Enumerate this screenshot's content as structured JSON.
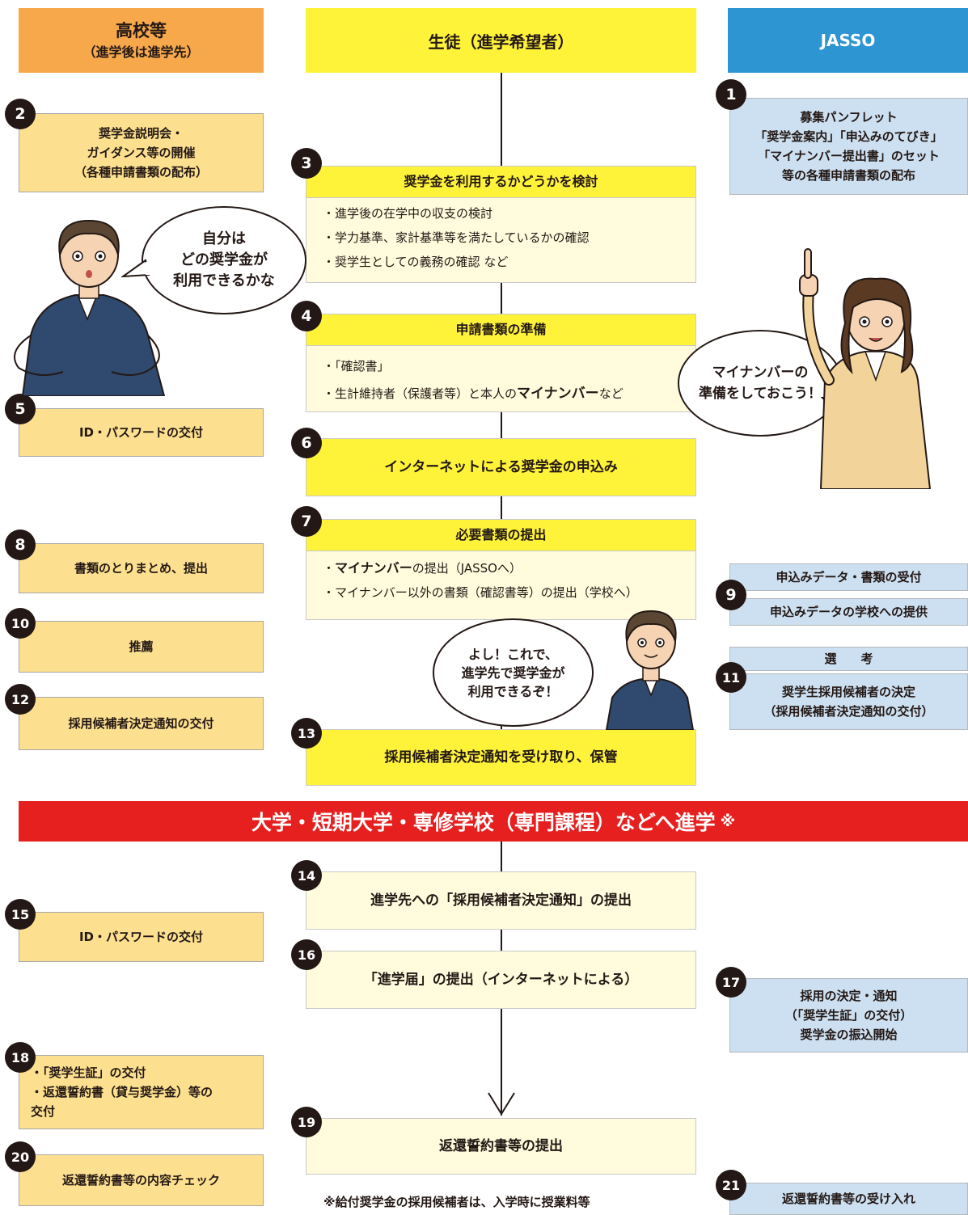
{
  "columns": {
    "school": {
      "title": "高校等",
      "subtitle": "（進学後は進学先）"
    },
    "student": {
      "title": "生徒（進学希望者）"
    },
    "jasso": {
      "title": "JASSO"
    }
  },
  "steps": {
    "s1": {
      "num": "1",
      "lines": [
        "募集パンフレット",
        "「奨学金案内」「申込みのてびき」",
        "「マイナンバー提出書」のセット",
        "等の各種申請書類の配布"
      ]
    },
    "s2": {
      "num": "2",
      "lines": [
        "奨学金説明会・",
        "ガイダンス等の開催",
        "（各種申請書類の配布）"
      ]
    },
    "s3": {
      "num": "3",
      "title": "奨学金を利用するかどうかを検討",
      "items": [
        "・進学後の在学中の収支の検討",
        "・学力基準、家計基準等を満たしているかの確認",
        "・奨学生としての義務の確認 など"
      ]
    },
    "s4": {
      "num": "4",
      "title": "申請書類の準備",
      "item1": "・「確認書」",
      "item2_pre": "・生計維持者（保護者等）と本人の",
      "item2_bold": "マイナンバー",
      "item2_post": "など"
    },
    "s5": {
      "num": "5",
      "label": "ID・パスワードの交付"
    },
    "s6": {
      "num": "6",
      "label": "インターネットによる奨学金の申込み"
    },
    "s7": {
      "num": "7",
      "title": "必要書類の提出",
      "item1_pre": "・",
      "item1_bold": "マイナンバー",
      "item1_post": "の提出（JASSOへ）",
      "item2": "・マイナンバー以外の書類（確認書等）の提出（学校へ）"
    },
    "s8": {
      "num": "8",
      "label": "書類のとりまとめ、提出"
    },
    "s9": {
      "num": "9",
      "top": "申込みデータ・書類の受付",
      "bottom": "申込みデータの学校への提供"
    },
    "s10": {
      "num": "10",
      "label": "推薦"
    },
    "s11": {
      "num": "11",
      "top": "選　　考",
      "lines": [
        "奨学生採用候補者の決定",
        "（採用候補者決定通知の交付）"
      ]
    },
    "s12": {
      "num": "12",
      "label": "採用候補者決定通知の交付"
    },
    "s13": {
      "num": "13",
      "label": "採用候補者決定通知を受け取り、保管"
    },
    "s14": {
      "num": "14",
      "label": "進学先への「採用候補者決定通知」の提出"
    },
    "s15": {
      "num": "15",
      "label": "ID・パスワードの交付"
    },
    "s16": {
      "num": "16",
      "label": "「進学届」の提出（インターネットによる）"
    },
    "s17": {
      "num": "17",
      "lines": [
        "採用の決定・通知",
        "（「奨学生証」の交付）",
        "奨学金の振込開始"
      ]
    },
    "s18": {
      "num": "18",
      "lines": [
        "・「奨学生証」の交付",
        "・返還誓約書（貸与奨学金）等の",
        "交付"
      ]
    },
    "s19": {
      "num": "19",
      "label": "返還誓約書等の提出"
    },
    "s20": {
      "num": "20",
      "label": "返還誓約書等の内容チェック"
    },
    "s21": {
      "num": "21",
      "label": "返還誓約書等の受け入れ"
    }
  },
  "banner": {
    "label": "大学・短期大学・専修学校（専門課程）などへ進学",
    "mark": "※"
  },
  "footnote": "※給付奨学金の採用候補者は、入学時に授業料等",
  "bubbles": {
    "b1": [
      "自分は",
      "どの奨学金が",
      "利用できるかな"
    ],
    "b2": [
      "マイナンバーの",
      "準備をしておこう！"
    ],
    "b3": [
      "よし！これで、",
      "進学先で奨学金が",
      "利用できるぞ！"
    ]
  },
  "colors": {
    "orange_header": "#f6a84b",
    "yellow_header": "#fff33a",
    "blue_header": "#2e95d3",
    "banner": "#e61f1f"
  }
}
